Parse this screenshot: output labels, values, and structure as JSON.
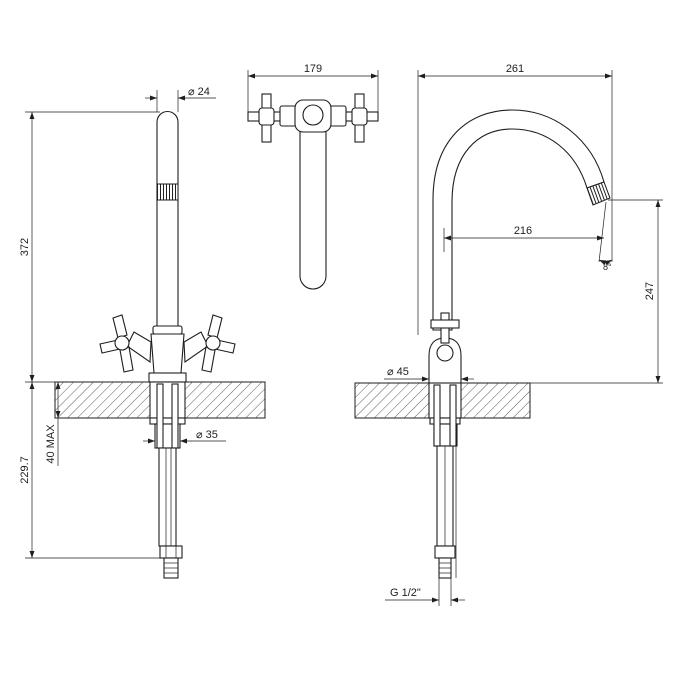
{
  "dimensions": {
    "top_view_width": "179",
    "side_view_reach": "261",
    "spout_diameter": "⌀ 24",
    "front_height": "372",
    "spout_projection": "216",
    "spout_outlet_height": "247",
    "outlet_angle": "8°",
    "base_diameter": "⌀ 45",
    "shank_diameter": "⌀ 35",
    "max_counter_thickness": "40 MAX",
    "shank_length": "229.7",
    "connection_thread": "G 1/2\""
  }
}
